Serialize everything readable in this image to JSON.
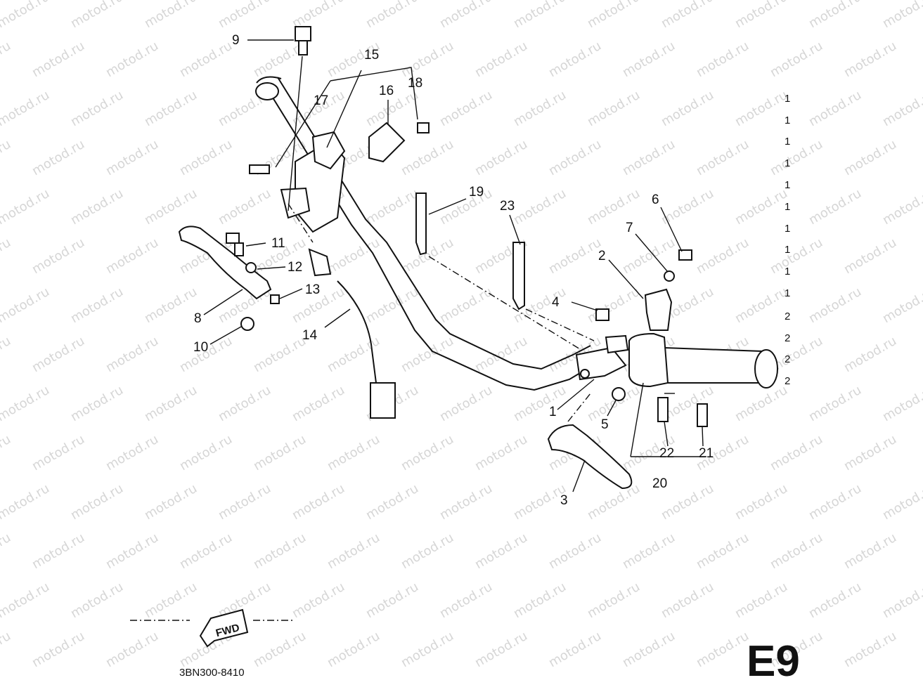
{
  "watermark": "motod.ru",
  "parts": [
    {
      "number": "1",
      "qty": "1"
    },
    {
      "number": "2",
      "qty": "1"
    },
    {
      "number": "3",
      "qty": "1"
    },
    {
      "number": "4",
      "qty": "1"
    },
    {
      "number": "5",
      "qty": "1"
    },
    {
      "number": "6",
      "qty": "1"
    },
    {
      "number": "7",
      "qty": "1"
    },
    {
      "number": "8",
      "qty": "1"
    },
    {
      "number": "9",
      "qty": "1"
    },
    {
      "number": "10",
      "qty": "1"
    },
    {
      "number": "11",
      "qty": "2"
    },
    {
      "number": "12",
      "qty": "2"
    },
    {
      "number": "13",
      "qty": "2"
    },
    {
      "number": "14",
      "qty": "2"
    },
    {
      "number": "15",
      "qty": ""
    },
    {
      "number": "16",
      "qty": ""
    },
    {
      "number": "17",
      "qty": ""
    },
    {
      "number": "18",
      "qty": ""
    },
    {
      "number": "19",
      "qty": ""
    },
    {
      "number": "20",
      "qty": ""
    },
    {
      "number": "21",
      "qty": ""
    },
    {
      "number": "22",
      "qty": ""
    },
    {
      "number": "23",
      "qty": ""
    }
  ],
  "fwd_label": "FWD",
  "drawing_code": "3BN300-8410",
  "page_code": "E9"
}
